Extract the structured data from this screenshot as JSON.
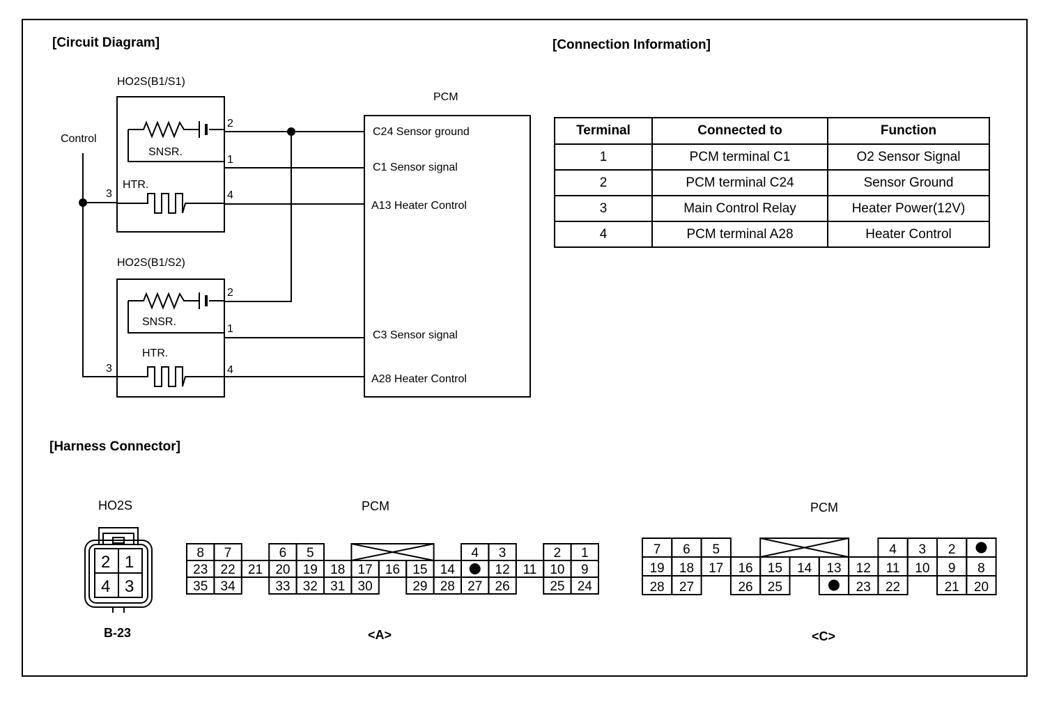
{
  "circuit": {
    "heading": "[Circuit Diagram]",
    "sensor1_title": "HO2S(B1/S1)",
    "sensor2_title": "HO2S(B1/S2)",
    "snsr_label": "SNSR.",
    "htr_label": "HTR.",
    "control_label": "Control",
    "pcm_title": "PCM",
    "pin_1": "1",
    "pin_2": "2",
    "pin_3": "3",
    "pin_4": "4",
    "pcm_terminals": [
      "C24 Sensor ground",
      "C1 Sensor signal",
      "A13 Heater Control",
      "C3 Sensor signal",
      "A28 Heater Control"
    ]
  },
  "connection": {
    "heading": "[Connection Information]",
    "columns": [
      "Terminal",
      "Connected to",
      "Function"
    ],
    "rows": [
      [
        "1",
        "PCM terminal C1",
        "O2 Sensor Signal"
      ],
      [
        "2",
        "PCM terminal C24",
        "Sensor Ground"
      ],
      [
        "3",
        "Main Control Relay",
        "Heater Power(12V)"
      ],
      [
        "4",
        "PCM terminal A28",
        "Heater Control"
      ]
    ]
  },
  "harness": {
    "heading": "[Harness Connector]",
    "ho2s": {
      "title": "HO2S",
      "pins": [
        "2",
        "1",
        "4",
        "3"
      ],
      "code": "B-23"
    },
    "pcm_a": {
      "title": "PCM",
      "code": "<A>",
      "row1": [
        "8",
        "7",
        "6",
        "5",
        "4",
        "3",
        "2",
        "1"
      ],
      "row2": [
        "23",
        "22",
        "21",
        "20",
        "19",
        "18",
        "17",
        "16",
        "15",
        "14",
        "12",
        "11",
        "10",
        "9"
      ],
      "row3": [
        "35",
        "34",
        "33",
        "32",
        "31",
        "30",
        "29",
        "28",
        "27",
        "26",
        "25",
        "24"
      ]
    },
    "pcm_c": {
      "title": "PCM",
      "code": "<C>",
      "row1": [
        "7",
        "6",
        "5",
        "4",
        "3",
        "2"
      ],
      "row2": [
        "19",
        "18",
        "17",
        "16",
        "15",
        "14",
        "13",
        "12",
        "11",
        "10",
        "9",
        "8"
      ],
      "row3": [
        "28",
        "27",
        "26",
        "25",
        "23",
        "22",
        "21",
        "20"
      ]
    }
  }
}
